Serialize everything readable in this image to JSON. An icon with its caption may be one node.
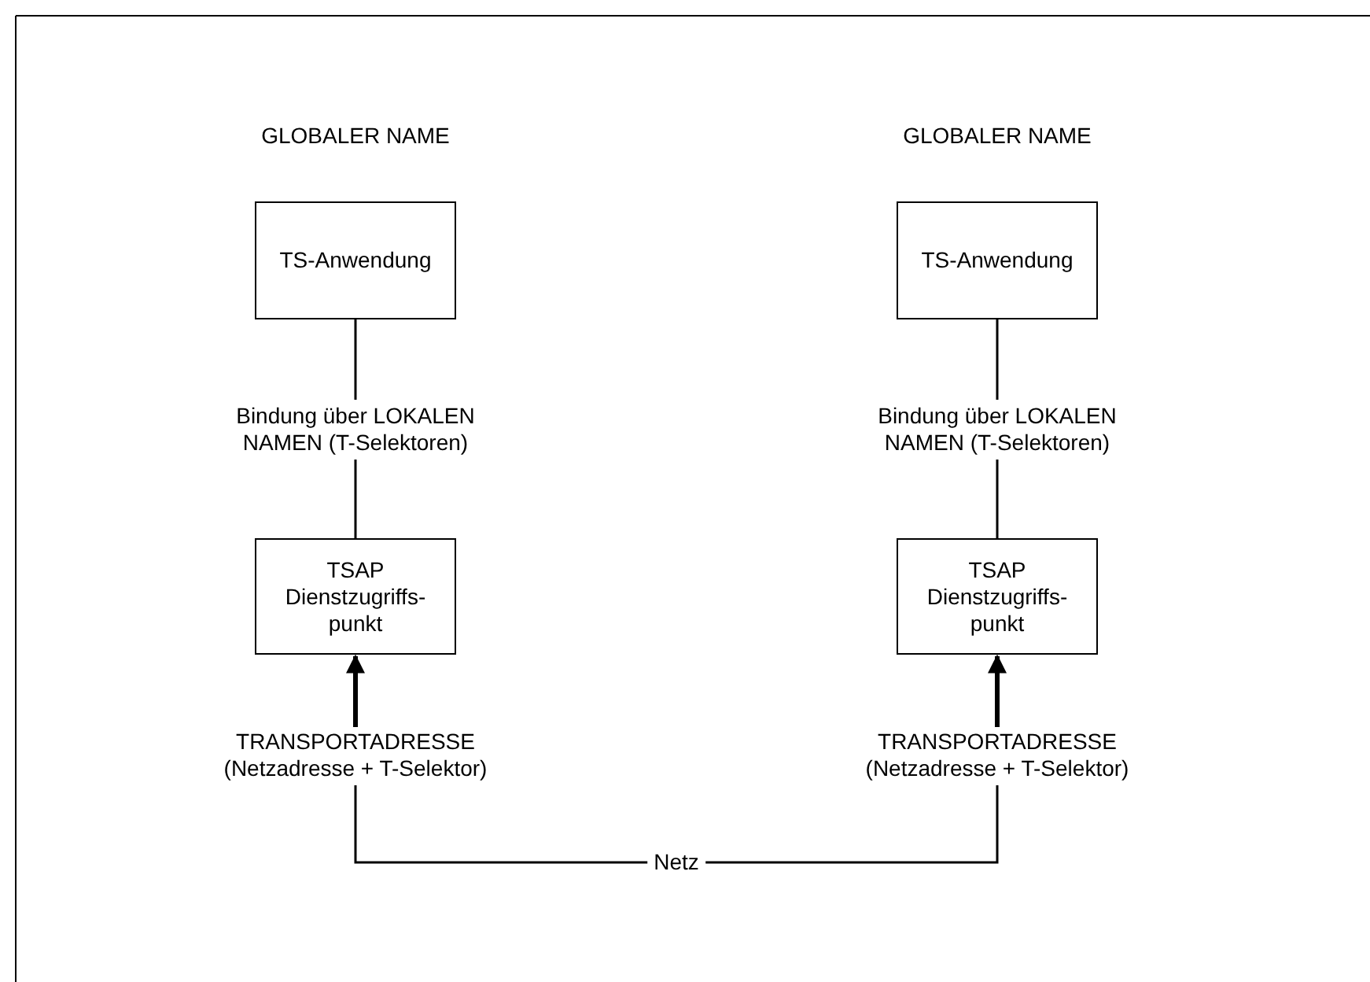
{
  "diagram": {
    "nodes": [
      {
        "text": [
          "GLOBALER NAME",
          "TS-Anwendung"
        ]
      },
      {
        "text": [
          "TSAP Dienstzugriffs- punkt"
        ]
      },
      {
        "text": [
          "TRANSPORTADRESSE (Netzadresse + T-Selektor)"
        ]
      },
      {
        "text": [
          "GLOBALER NAME",
          "TS-Anwendung"
        ]
      },
      {
        "text": [
          "TSAP Dienstzugriffs- punkt"
        ]
      },
      {
        "text": [
          "TRANSPORTADRESSE (Netzadresse + T-Selektor)"
        ]
      }
    ],
    "edges": [
      {
        "from": 0,
        "to": 1,
        "arrow": "none",
        "label": "Bindung über LOKALEN NAMEN (T-Selektoren)"
      },
      {
        "from": 2,
        "to": 1,
        "arrow": "to",
        "style": "thick"
      },
      {
        "from": 3,
        "to": 4,
        "arrow": "none",
        "label": "Bindung über LOKALEN NAMEN (T-Selektoren)"
      },
      {
        "from": 5,
        "to": 4,
        "arrow": "to",
        "style": "thick"
      },
      {
        "from": 2,
        "to": 5,
        "arrow": "none",
        "label": "Netz"
      }
    ]
  }
}
